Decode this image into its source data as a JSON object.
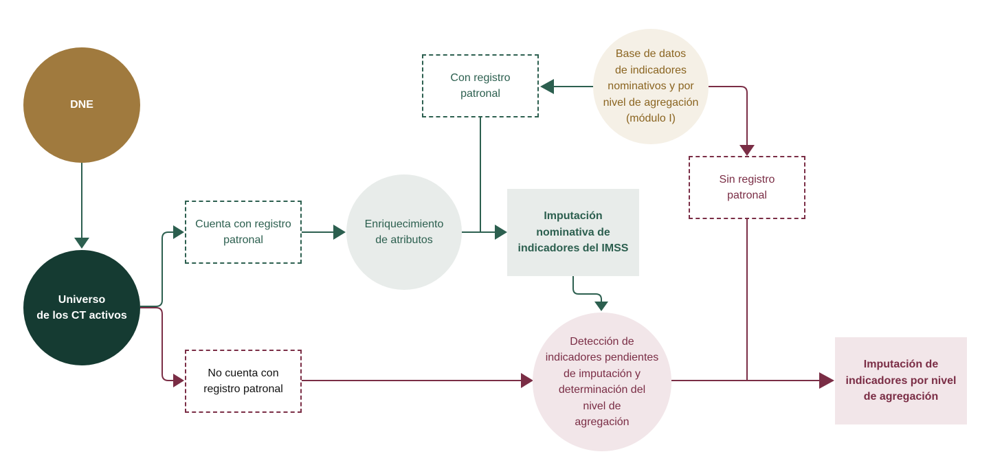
{
  "colors": {
    "green_dark": "#153b32",
    "green": "#2c5f4f",
    "green_light": "#e8ecea",
    "maroon": "#7a2d45",
    "maroon_light": "#f2e6e9",
    "gold": "#a07a3e",
    "cream": "#f5f0e6"
  },
  "nodes": {
    "dne": "DNE",
    "universo": "Universo\nde los CT activos",
    "cuenta_registro": "Cuenta con registro\npatronal",
    "no_cuenta_registro": "No cuenta con\nregistro patronal",
    "enriquecimiento": "Enriquecimiento\nde atributos",
    "con_registro": "Con registro\npatronal",
    "base_datos": "Base de datos\nde indicadores\nnominativos y por\nnivel de agregación\n(módulo I)",
    "sin_registro": "Sin registro\npatronal",
    "imputacion_nominativa": "Imputación\nnominativa de\nindicadores del IMSS",
    "deteccion": "Detección de\nindicadores pendientes\nde imputación y\ndeterminación del\nnivel de\nagregación",
    "imputacion_nivel": "Imputación de\nindicadores por nivel\nde agregación"
  }
}
